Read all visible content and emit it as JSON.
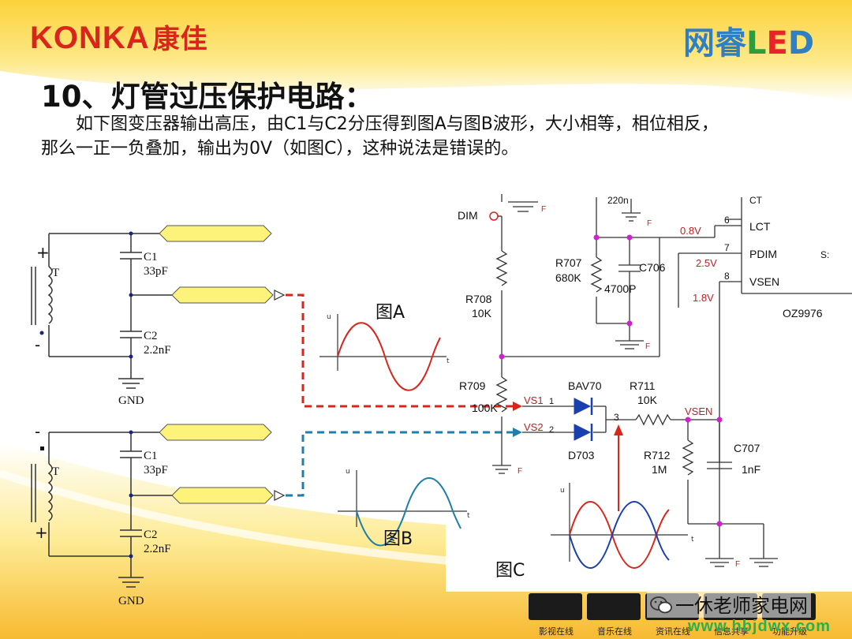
{
  "header": {
    "logo_left_latin": "KONKA",
    "logo_left_cn": "康佳",
    "logo_right_cn": "网睿",
    "logo_right_l": "L",
    "logo_right_e": "E",
    "logo_right_d": "D"
  },
  "slide": {
    "title": "10、灯管过压保护电路：",
    "description": "如下图变压器输出高压，由C1与C2分压得到图A与图B波形，大小相等，相位相反，那么一正一负叠加，输出为0V（如图C），这种说法是错误的。"
  },
  "diagram": {
    "transformer_top": {
      "t": "T",
      "plus": "+",
      "minus": "-",
      "c1": "C1",
      "c1_val": "33pF",
      "c2": "C2",
      "c2_val": "2.2nF",
      "gnd": "GND"
    },
    "transformer_bottom": {
      "t": "T",
      "plus": "+",
      "minus": "-",
      "c1": "C1",
      "c1_val": "33pF",
      "c2": "C2",
      "c2_val": "2.2nF",
      "gnd": "GND"
    },
    "fig_a": "图A",
    "fig_b": "图B",
    "fig_c": "图C",
    "axis_u": "u",
    "axis_t": "t",
    "dim": "DIM",
    "r708": "R708",
    "r708_val": "10K",
    "r707": "R707",
    "r707_val": "680K",
    "c706": "C706",
    "c706_val": "4700P",
    "cap_top_val": "220n",
    "r709": "R709",
    "r709_val": "100K",
    "vs1": "VS1",
    "vs2": "VS2",
    "pin1": "1",
    "pin2": "2",
    "pin3": "3",
    "bav70": "BAV70",
    "d703": "D703",
    "r711": "R711",
    "r711_val": "10K",
    "r712": "R712",
    "r712_val": "1M",
    "vsen_node": "VSEN",
    "c707": "C707",
    "c707_val": "1nF",
    "ic_name": "OZ9976",
    "ic_pin6": "6",
    "ic_pin7": "7",
    "ic_pin8": "8",
    "ic_lct": "LCT",
    "ic_pdim": "PDIM",
    "ic_vsen": "VSEN",
    "ic_s": "S:",
    "ic_ct": "CT",
    "v08": "0.8V",
    "v25": "2.5V",
    "v18": "1.8V",
    "gnd_f": "F"
  },
  "footer": {
    "thumbs": [
      "影视在线",
      "音乐在线",
      "资讯在线",
      "信息共享",
      "功能升级"
    ],
    "watermark": "一休老师家电网",
    "url": "www.hbjdwx.com"
  },
  "colors": {
    "red": "#d9261c",
    "blue": "#1f7fa8",
    "wire": "#333333",
    "node": "#d020d0",
    "label_red": "#c42020"
  }
}
